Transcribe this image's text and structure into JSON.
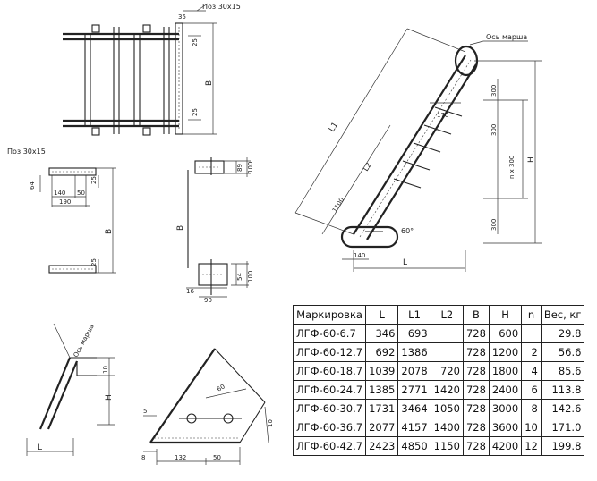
{
  "labels": {
    "poz_top": "Поз 30х15",
    "poz_left": "Поз 30х15",
    "axis_top": "Ось марша",
    "axis_bottom": "Ось марша",
    "B": "В",
    "L": "L",
    "L1": "L1",
    "L2": "L2",
    "H": "H",
    "nx300": "n x 300",
    "d35": "35",
    "d25": "25",
    "d25b": "25",
    "d64": "64",
    "d140": "140",
    "d50": "50",
    "d190": "190",
    "d25c": "25",
    "d25d": "25",
    "d89": "89",
    "d100": "100",
    "d54": "54",
    "d100b": "100",
    "d16": "16",
    "d90": "90",
    "d300a": "300",
    "d170": "170",
    "d300b": "300",
    "d300c": "300",
    "d1100": "1100",
    "d140b": "140",
    "d60deg": "60°",
    "d10": "10",
    "d5": "5",
    "d60": "60",
    "d8": "8",
    "d132": "132",
    "d50b": "50",
    "d10b": "10"
  },
  "table": {
    "headers": [
      "Маркировка",
      "L",
      "L1",
      "L2",
      "B",
      "H",
      "n",
      "Вес, кг"
    ],
    "rows": [
      [
        "ЛГФ-60-6.7",
        "346",
        "693",
        "",
        "728",
        "600",
        "",
        "29.8"
      ],
      [
        "ЛГФ-60-12.7",
        "692",
        "1386",
        "",
        "728",
        "1200",
        "2",
        "56.6"
      ],
      [
        "ЛГФ-60-18.7",
        "1039",
        "2078",
        "720",
        "728",
        "1800",
        "4",
        "85.6"
      ],
      [
        "ЛГФ-60-24.7",
        "1385",
        "2771",
        "1420",
        "728",
        "2400",
        "6",
        "113.8"
      ],
      [
        "ЛГФ-60-30.7",
        "1731",
        "3464",
        "1050",
        "728",
        "3000",
        "8",
        "142.6"
      ],
      [
        "ЛГФ-60-36.7",
        "2077",
        "4157",
        "1400",
        "728",
        "3600",
        "10",
        "171.0"
      ],
      [
        "ЛГФ-60-42.7",
        "2423",
        "4850",
        "1150",
        "728",
        "4200",
        "12",
        "199.8"
      ]
    ]
  }
}
